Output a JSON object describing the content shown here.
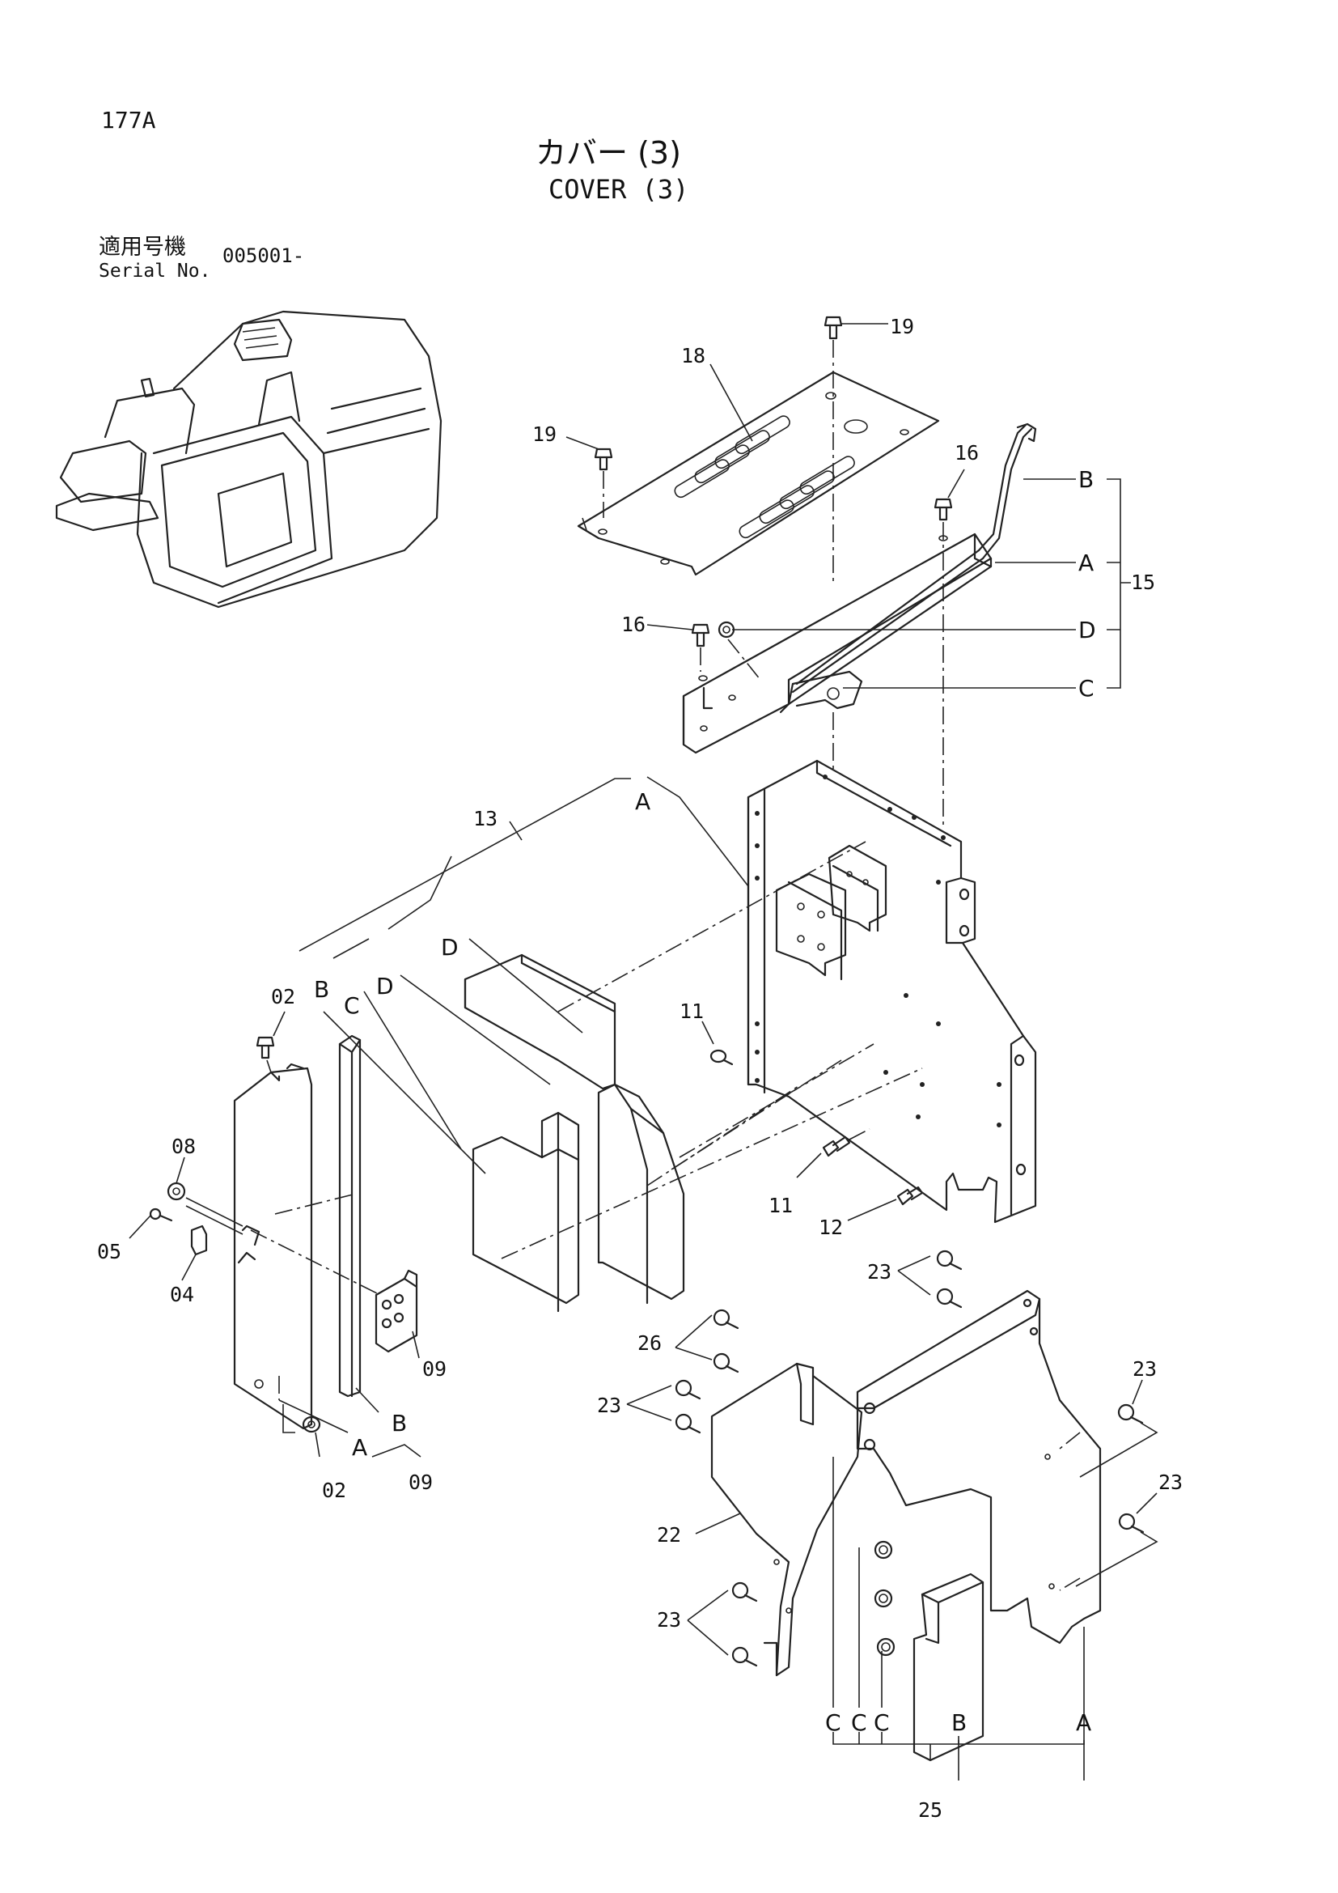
{
  "header": {
    "page_number": "177A",
    "title_jp": "カバー (3)",
    "title_en": "COVER (3)",
    "serial_label_jp": "適用号機",
    "serial_label_en": "Serial No.",
    "serial_value": "005001-"
  },
  "callouts": {
    "p02": "02",
    "p02b": "02",
    "p04": "04",
    "p05": "05",
    "p08": "08",
    "p09": "09",
    "p09b": "09",
    "p11": "11",
    "p11b": "11",
    "p12": "12",
    "p13": "13",
    "p15": "15",
    "p16": "16",
    "p16b": "16",
    "p18": "18",
    "p19": "19",
    "p19b": "19",
    "p22": "22",
    "p23a": "23",
    "p23b": "23",
    "p23c": "23",
    "p23d": "23",
    "p23e": "23",
    "p25": "25",
    "p26": "26"
  },
  "letters": {
    "l15_b": "B",
    "l15_a": "A",
    "l15_d": "D",
    "l15_c": "C",
    "l13_a": "A",
    "l13_d1": "D",
    "l13_d2": "D",
    "l13_c": "C",
    "l13_b": "B",
    "l09_a": "A",
    "l09_b": "B",
    "l25_c1": "C",
    "l25_c2": "C",
    "l25_c3": "C",
    "l25_b": "B",
    "l25_a": "A"
  }
}
